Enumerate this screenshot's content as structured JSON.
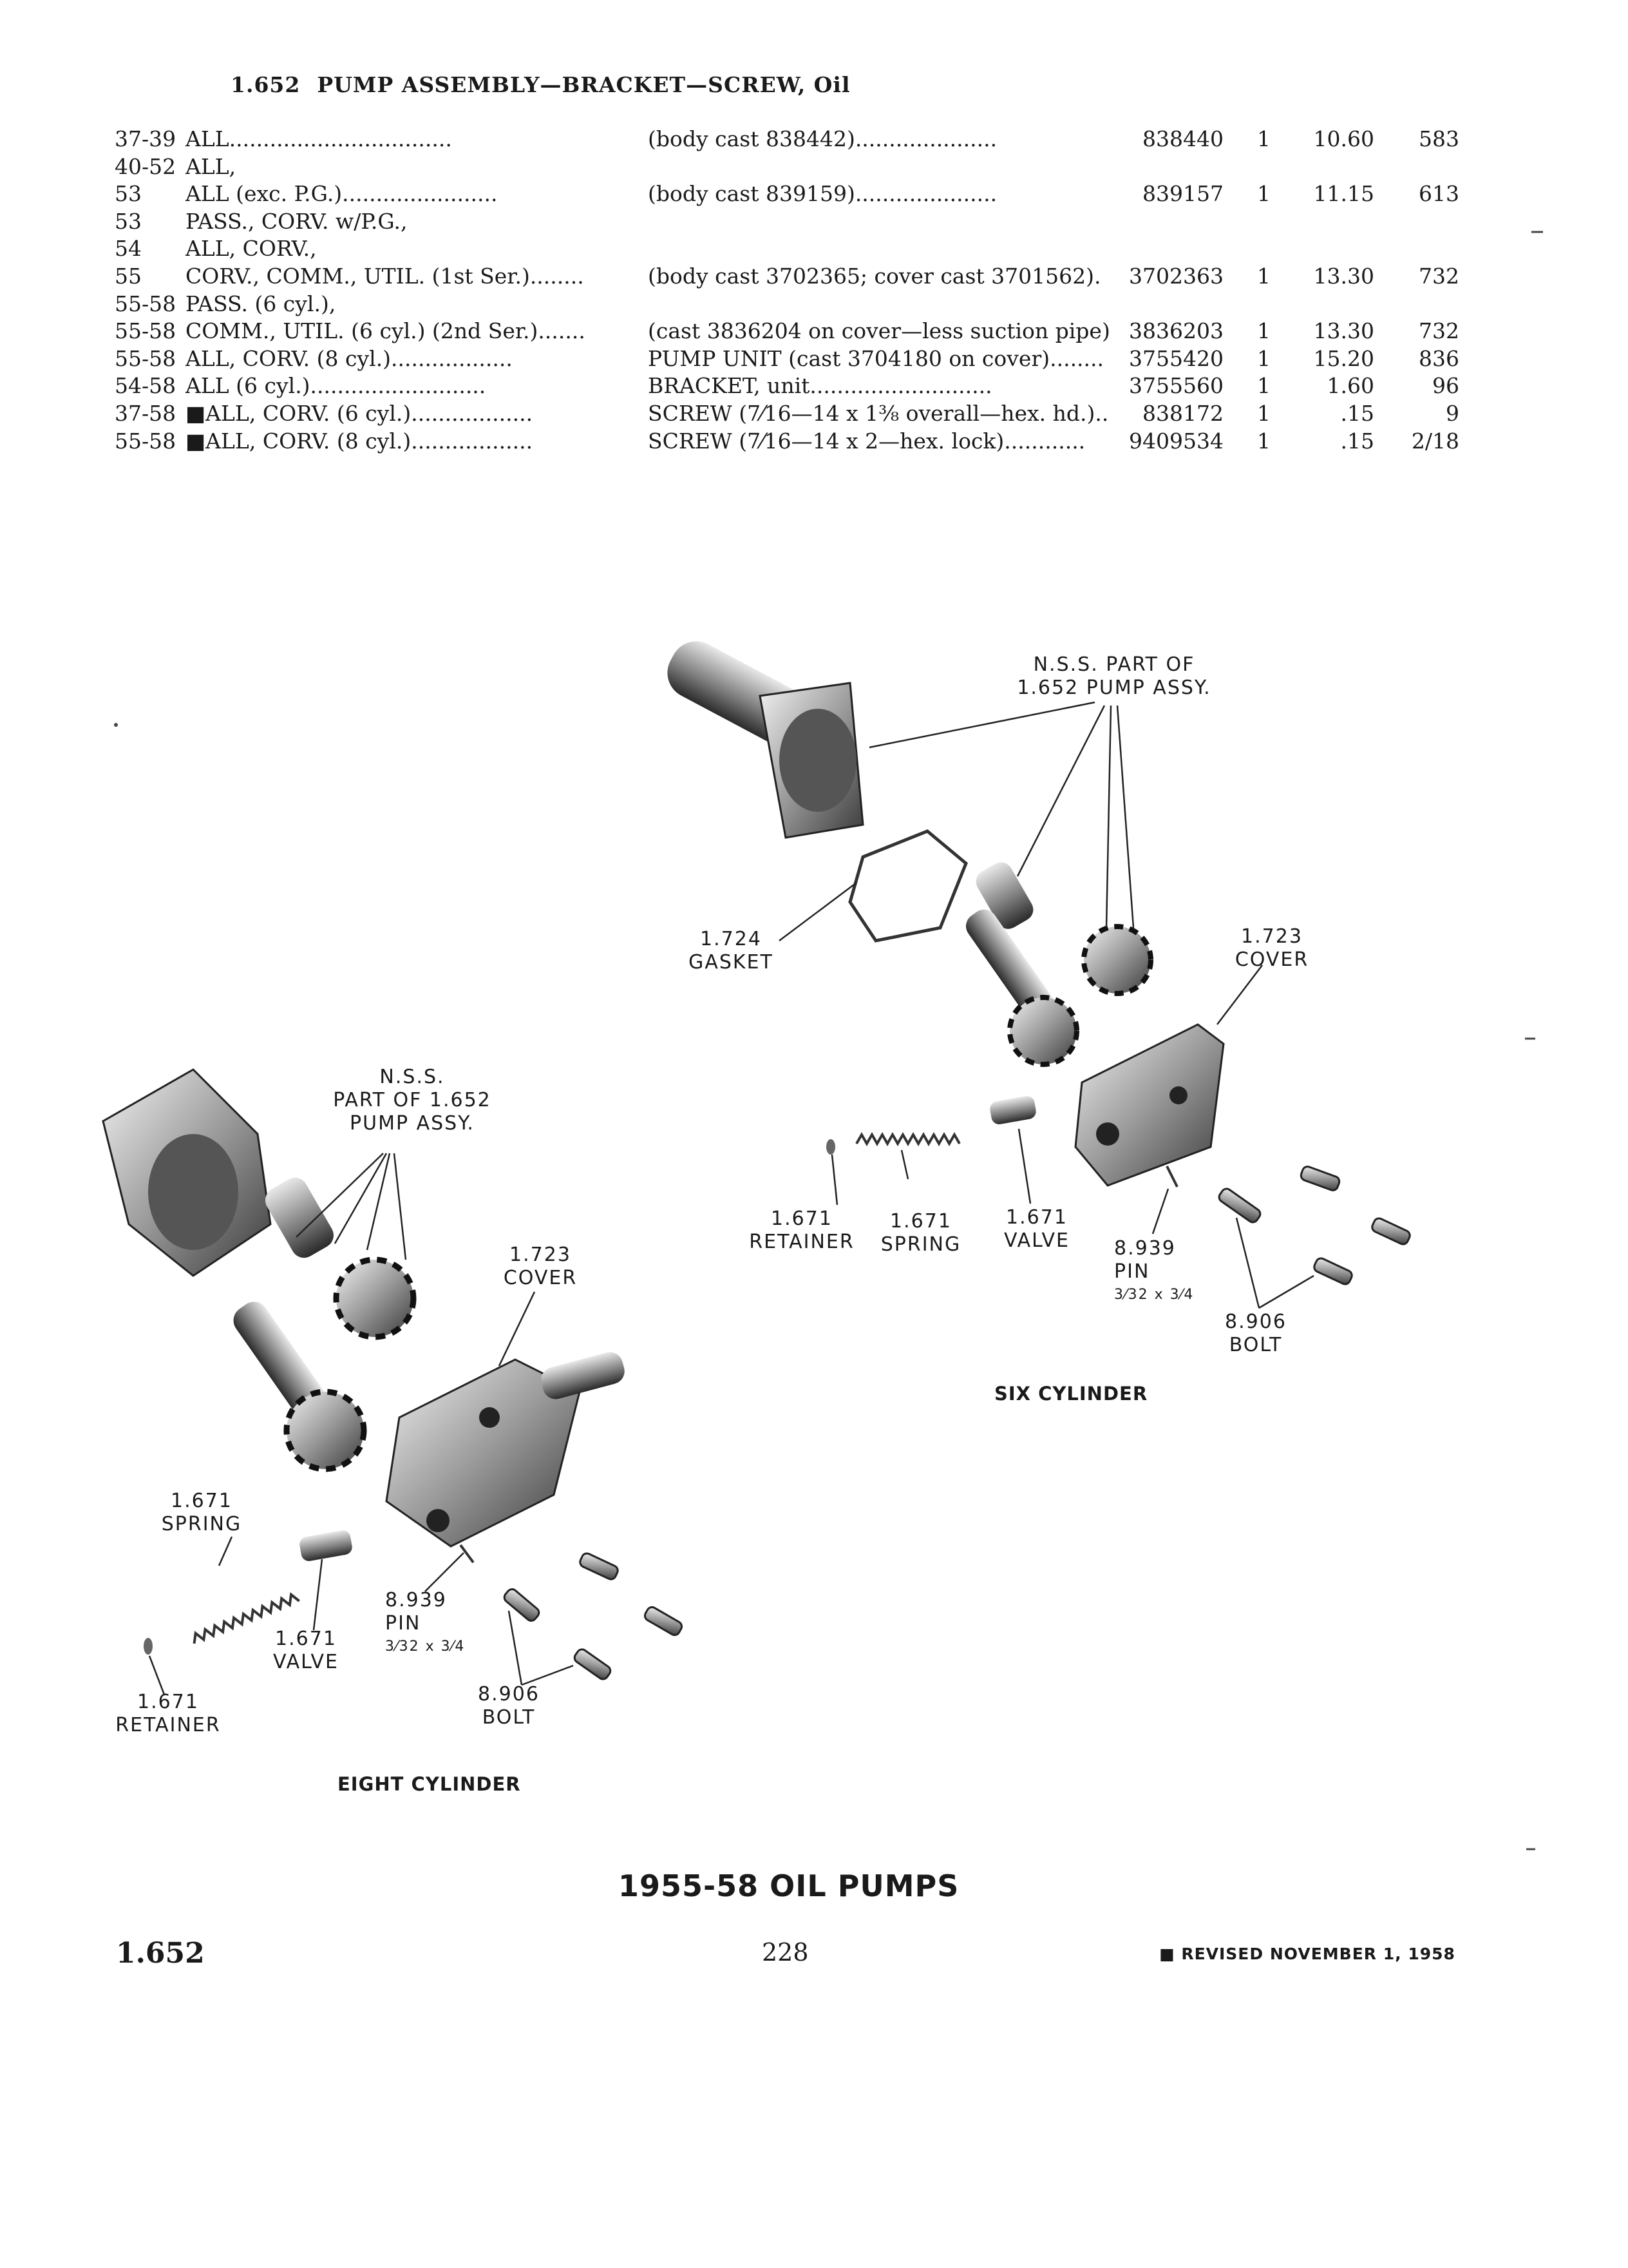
{
  "header": {
    "section": "1.652",
    "title": "PUMP ASSEMBLY—BRACKET—SCREW, Oil"
  },
  "table": {
    "rows": [
      {
        "years": "37-39",
        "model": "ALL.................................",
        "desc": "(body cast 838442).....................",
        "part": "838440",
        "qty": "1",
        "price": "10.60",
        "code": "583"
      },
      {
        "years": "40-52",
        "model": "ALL,",
        "desc": "",
        "part": "",
        "qty": "",
        "price": "",
        "code": ""
      },
      {
        "years": "53",
        "model": "ALL (exc. P.G.).......................",
        "desc": "(body cast 839159).....................",
        "part": "839157",
        "qty": "1",
        "price": "11.15",
        "code": "613"
      },
      {
        "years": "53",
        "model": "PASS., CORV. w/P.G.,",
        "desc": "",
        "part": "",
        "qty": "",
        "price": "",
        "code": ""
      },
      {
        "years": "54",
        "model": "ALL, CORV.,",
        "desc": "",
        "part": "",
        "qty": "",
        "price": "",
        "code": ""
      },
      {
        "years": "55",
        "model": "CORV., COMM., UTIL. (1st Ser.)........",
        "desc": "(body cast 3702365; cover cast 3701562).",
        "part": "3702363",
        "qty": "1",
        "price": "13.30",
        "code": "732"
      },
      {
        "years": "55-58",
        "model": "PASS. (6 cyl.),",
        "desc": "",
        "part": "",
        "qty": "",
        "price": "",
        "code": ""
      },
      {
        "years": "55-58",
        "model": "COMM., UTIL. (6 cyl.) (2nd Ser.).......",
        "desc": "(cast 3836204 on cover—less suction pipe)",
        "part": "3836203",
        "qty": "1",
        "price": "13.30",
        "code": "732"
      },
      {
        "years": "55-58",
        "model": "ALL, CORV. (8 cyl.)..................",
        "desc": "PUMP UNIT (cast 3704180 on cover)........",
        "part": "3755420",
        "qty": "1",
        "price": "15.20",
        "code": "836"
      },
      {
        "years": "54-58",
        "model": "ALL (6 cyl.)..........................",
        "desc": "BRACKET, unit...........................",
        "part": "3755560",
        "qty": "1",
        "price": "1.60",
        "code": "96"
      },
      {
        "years": "37-58",
        "model": "■ALL, CORV. (6 cyl.)..................",
        "desc": "SCREW (7⁄16—14 x 1⅜ overall—hex. hd.).....",
        "part": "838172",
        "qty": "1",
        "price": ".15",
        "code": "9"
      },
      {
        "years": "55-58",
        "model": "■ALL, CORV. (8 cyl.)..................",
        "desc": "SCREW (7⁄16—14 x 2—hex. lock)............",
        "part": "9409534",
        "qty": "1",
        "price": ".15",
        "code": "2/18"
      }
    ]
  },
  "six_cylinder": {
    "caption": "SIX CYLINDER",
    "nss_line1": "N.S.S. PART OF",
    "nss_line2": "1.652 PUMP ASSY.",
    "gasket_num": "1.724",
    "gasket": "GASKET",
    "cover_num": "1.723",
    "cover": "COVER",
    "retainer_num": "1.671",
    "retainer": "RETAINER",
    "spring_num": "1.671",
    "spring": "SPRING",
    "valve_num": "1.671",
    "valve": "VALVE",
    "pin_num": "8.939",
    "pin": "PIN",
    "pin_size": "3⁄32 x 3⁄4",
    "bolt_num": "8.906",
    "bolt": "BOLT"
  },
  "eight_cylinder": {
    "caption": "EIGHT CYLINDER",
    "nss_line1": "N.S.S.",
    "nss_line2": "PART OF 1.652",
    "nss_line3": "PUMP ASSY.",
    "cover_num": "1.723",
    "cover": "COVER",
    "spring_num": "1.671",
    "spring": "SPRING",
    "valve_num": "1.671",
    "valve": "VALVE",
    "retainer_num": "1.671",
    "retainer": "RETAINER",
    "pin_num": "8.939",
    "pin": "PIN",
    "pin_size": "3⁄32 x 3⁄4",
    "bolt_num": "8.906",
    "bolt": "BOLT"
  },
  "page_title": "1955-58 OIL PUMPS",
  "footer": {
    "section": "1.652",
    "page": "228",
    "revised": "■ REVISED NOVEMBER 1, 1958"
  }
}
